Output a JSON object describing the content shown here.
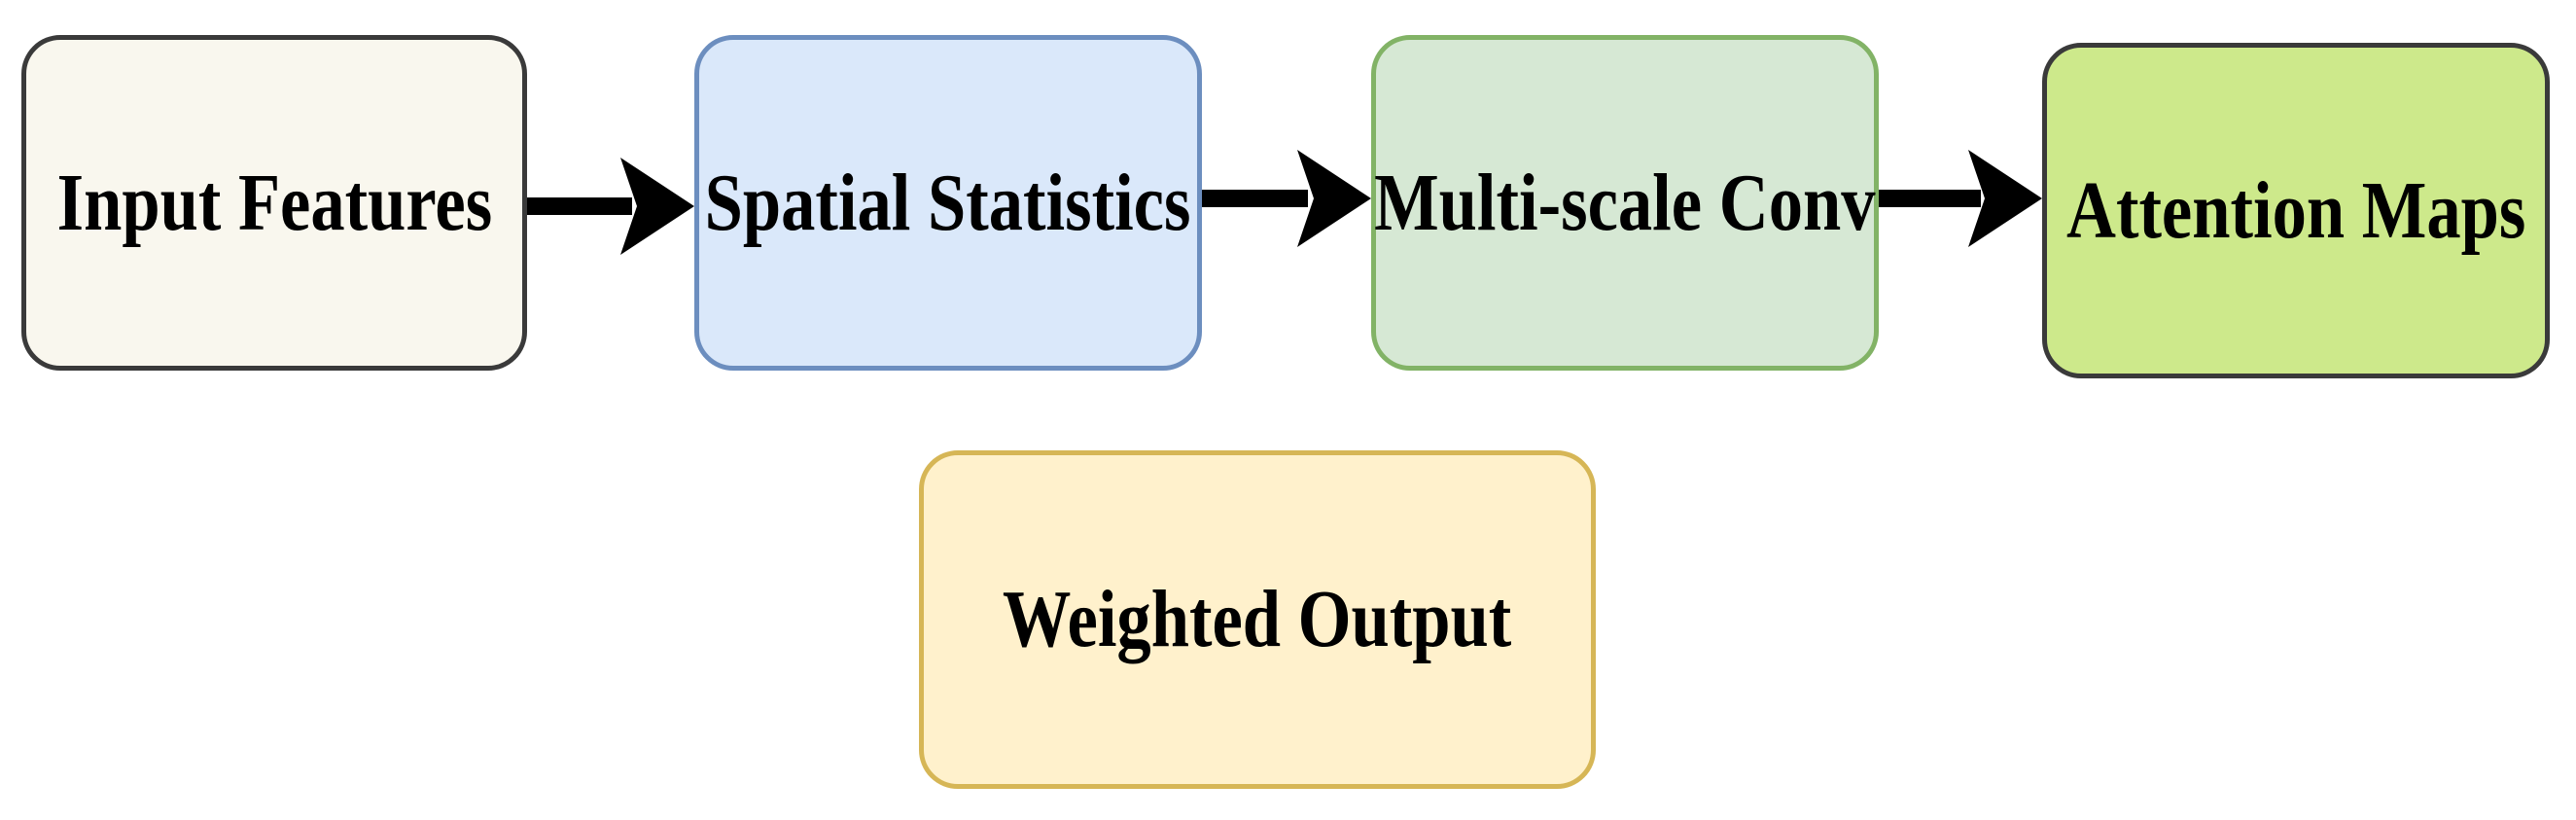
{
  "diagram": {
    "nodes": [
      {
        "id": "input",
        "label": "Input Features",
        "fill": "#f9f7ee",
        "stroke": "#3a3a3a"
      },
      {
        "id": "spatial",
        "label": "Spatial Statistics",
        "fill": "#dae8fa",
        "stroke": "#6c8ebf"
      },
      {
        "id": "multiscale",
        "label": "Multi-scale Conv",
        "fill": "#d6e8d4",
        "stroke": "#82b366"
      },
      {
        "id": "attention",
        "label": "Attention Maps",
        "fill": "#cde98b",
        "stroke": "#3a3a3a"
      },
      {
        "id": "weighted",
        "label": "Weighted Output",
        "fill": "#fff1cc",
        "stroke": "#d6b656"
      }
    ],
    "edges": [
      {
        "from": "input",
        "to": "spatial"
      },
      {
        "from": "spatial",
        "to": "multiscale"
      },
      {
        "from": "multiscale",
        "to": "attention"
      }
    ],
    "arrow_color": "#000000"
  }
}
